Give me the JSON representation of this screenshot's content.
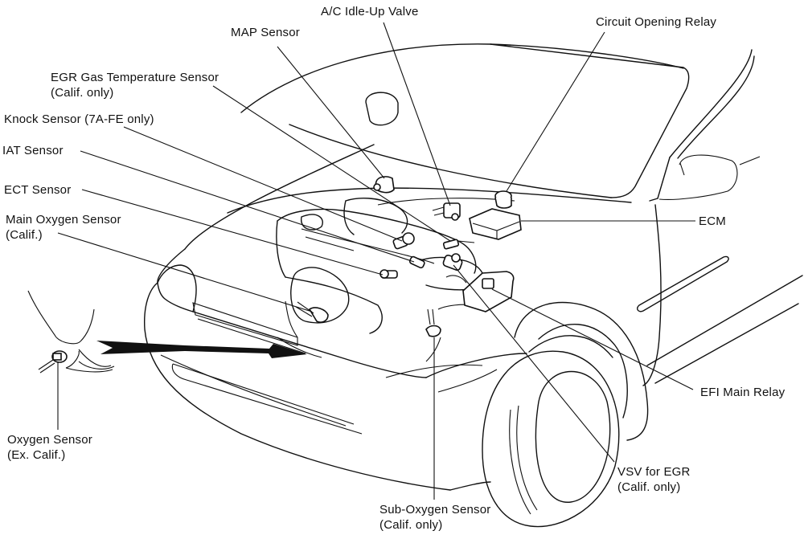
{
  "diagram": {
    "subject": "Vehicle engine control component locations",
    "colors": {
      "line": "#111111",
      "background": "#ffffff"
    },
    "labels": {
      "map_sensor": {
        "line1": "MAP Sensor"
      },
      "ac_idle_up_valve": {
        "line1": "A/C Idle-Up Valve"
      },
      "circuit_opening_relay": {
        "line1": "Circuit Opening Relay"
      },
      "egr_gas_temp_sensor": {
        "line1": "EGR Gas Temperature Sensor",
        "line2": "(Calif. only)"
      },
      "knock_sensor": {
        "line1": "Knock Sensor (7A-FE only)"
      },
      "iat_sensor": {
        "line1": "IAT Sensor"
      },
      "ect_sensor": {
        "line1": "ECT Sensor"
      },
      "main_oxygen_sensor": {
        "line1": "Main Oxygen Sensor",
        "line2": "(Calif.)"
      },
      "ecm": {
        "line1": "ECM"
      },
      "efi_main_relay": {
        "line1": "EFI Main Relay"
      },
      "oxygen_sensor": {
        "line1": "Oxygen Sensor",
        "line2": "(Ex. Calif.)"
      },
      "vsv_for_egr": {
        "line1": "VSV for EGR",
        "line2": "(Calif. only)"
      },
      "sub_oxygen_sensor": {
        "line1": "Sub-Oxygen Sensor",
        "line2": "(Calif. only)"
      }
    }
  }
}
